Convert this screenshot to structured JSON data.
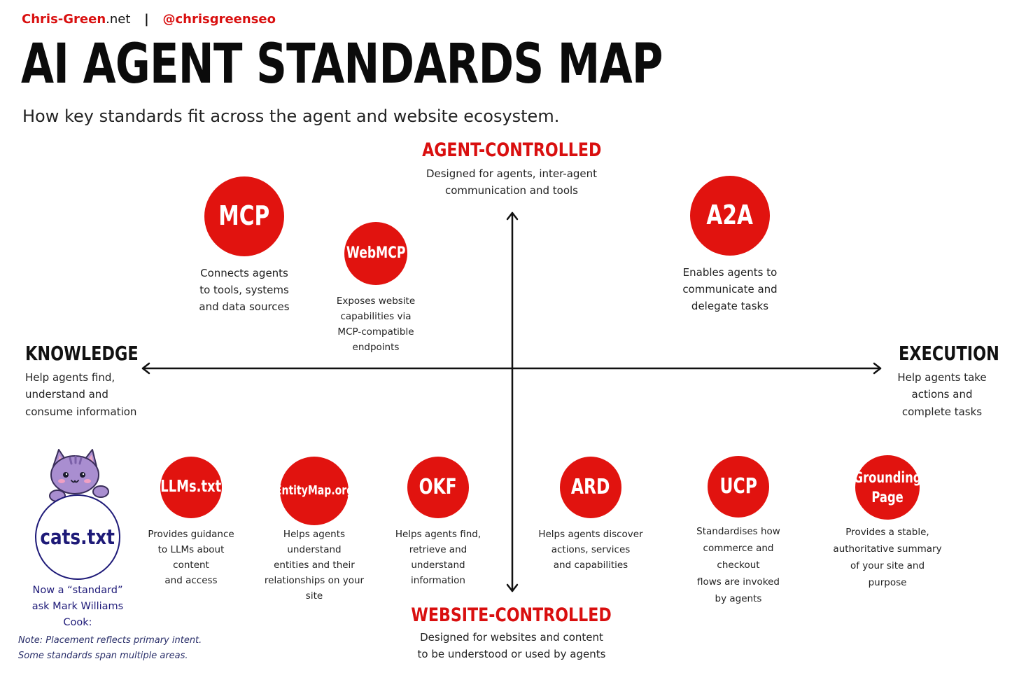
{
  "header": {
    "site_name": "Chris-Green",
    "site_tld": ".net",
    "separator": "|",
    "handle": "@chrisgreenseo",
    "title": "AI AGENT STANDARDS MAP",
    "subtitle": "How key standards fit across the agent and website ecosystem."
  },
  "axes": {
    "top": {
      "label": "AGENT-CONTROLLED",
      "description": "Designed for agents, inter-agent\ncommunication and tools"
    },
    "bottom": {
      "label": "WEBSITE-CONTROLLED",
      "description": "Designed for websites and content\nto be understood or used by agents"
    },
    "left": {
      "label": "KNOWLEDGE",
      "description": "Help agents find,\nunderstand and\nconsume information"
    },
    "right": {
      "label": "EXECUTION",
      "description": "Help agents take\nactions and\ncomplete tasks"
    }
  },
  "standards": {
    "mcp": {
      "name": "MCP",
      "description": "Connects agents\nto tools, systems\nand data sources"
    },
    "webmcp": {
      "name": "WebMCP",
      "description": "Exposes website\ncapabilities via\nMCP-compatible\nendpoints"
    },
    "a2a": {
      "name": "A2A",
      "description": "Enables agents to\ncommunicate and\ndelegate tasks"
    },
    "llms": {
      "name": "LLMs.txt",
      "description": "Provides guidance\nto LLMs about content\nand access"
    },
    "entitymap": {
      "name": "EntityMap.org",
      "description": "Helps agents understand\nentities and their\nrelationships on your site"
    },
    "okf": {
      "name": "OKF",
      "description": "Helps agents find,\nretrieve and understand\ninformation"
    },
    "ard": {
      "name": "ARD",
      "description": "Helps agents discover\nactions, services\nand capabilities"
    },
    "ucp": {
      "name": "UCP",
      "description": "Standardises how\ncommerce and checkout\nflows are invoked\nby agents"
    },
    "grounding": {
      "name": "Grounding\nPage",
      "description": "Provides a stable,\nauthoritative summary\nof your site and purpose"
    }
  },
  "cats": {
    "name": "cats.txt",
    "caption": "Now a “standard”\nask Mark Williams Cook:"
  },
  "note": "Note: Placement reflects primary intent.\nSome standards span multiple areas.",
  "colors": {
    "accent": "#e1130f",
    "navy": "#1e1a78",
    "cat_fur": "#a98ed0"
  }
}
